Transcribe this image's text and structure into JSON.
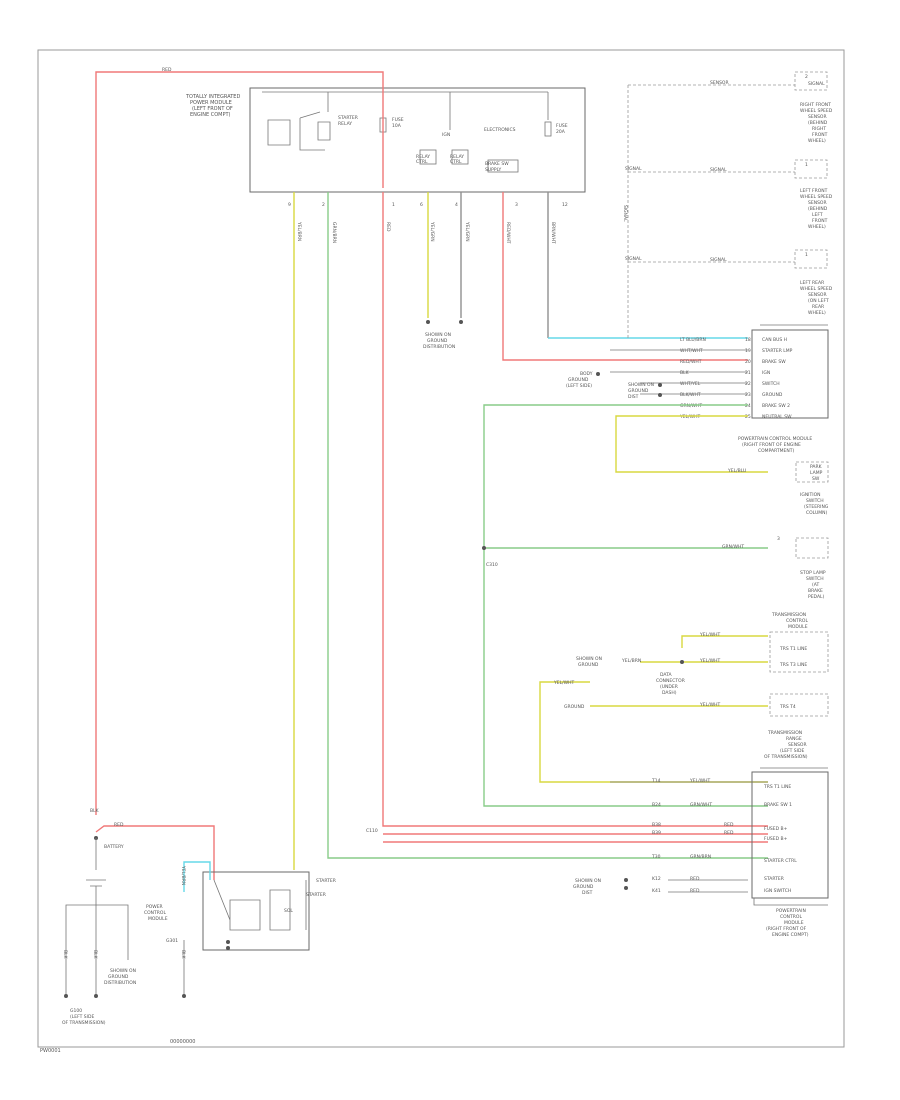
{
  "footer": {
    "code": "PW0001",
    "ref": "00000000"
  },
  "colors": {
    "red_wire": "#f07878",
    "yellow_wire": "#d8d840",
    "green_wire": "#88cc88",
    "cyan_wire": "#66d8e8",
    "gray_wire": "#909090"
  },
  "top_left": {
    "red_wire_label": "RED"
  },
  "tipm": {
    "lines": [
      "TOTALLY INTEGRATED",
      "POWER MODULE",
      "(LEFT FRONT OF",
      "ENGINE COMPT)"
    ],
    "starter_relay": [
      "STARTER",
      "RELAY"
    ],
    "fuse_left": [
      "FUSE",
      "10A"
    ],
    "elec_inputs": "ELECTRONICS",
    "fuse_right": [
      "FUSE",
      "20A"
    ],
    "relay_a": [
      "RELAY",
      "CTRL"
    ],
    "relay_b": [
      "RELAY",
      "CTRL"
    ],
    "ign": "IGN",
    "sw": [
      "BRAKE SW",
      "SUPPLY"
    ],
    "pins": [
      "9",
      "2",
      "1",
      "6",
      "4",
      "3",
      "12"
    ],
    "wire_labels": [
      "YEL/BRN",
      "GRN/BRN",
      "RED",
      "YEL/GRN",
      "YEL/GRN",
      "RED/WHT",
      "BRN/WHT"
    ]
  },
  "ground_center": [
    "SHOWN ON",
    "GROUND",
    "DISTRIBUTION"
  ],
  "right_components": {
    "c1_name": [
      "RIGHT FRONT",
      "WHEEL SPEED",
      "SENSOR",
      "(BEHIND",
      "RIGHT",
      "FRONT",
      "WHEEL)"
    ],
    "c1_left": "SENSOR",
    "c1_mid": "SIGNAL",
    "c1_pin": "2",
    "c2_name": [
      "LEFT FRONT",
      "WHEEL SPEED",
      "SENSOR",
      "(BEHIND",
      "LEFT",
      "FRONT",
      "WHEEL)"
    ],
    "c2_left": "SIGNAL",
    "c2_mid": "SIGNAL",
    "c2_pin": "1",
    "c3_name": [
      "LEFT REAR",
      "WHEEL SPEED",
      "SENSOR",
      "(ON LEFT",
      "REAR",
      "WHEEL)"
    ],
    "c3_left": "SIGNAL",
    "c3_mid": "SIGNAL",
    "c3_pin": "1",
    "vert_label": "SIGNAL"
  },
  "ecm_connector": {
    "labels": [
      "CAN BUS H",
      "STARTER LMP",
      "BRAKE SW",
      "IGN",
      "SWITCH",
      "GROUND",
      "BRAKE SW 2",
      "NEUTRAL SW"
    ],
    "wire_labels": [
      "LT BLU/BRN",
      "WHT/WHT",
      "RED/WHT",
      "BLK",
      "WHT/YEL",
      "BLK/WHT",
      "GRN/WHT",
      "YEL/WHT"
    ],
    "pins": [
      "18",
      "19",
      "20",
      "21",
      "22",
      "23",
      "24",
      "25"
    ],
    "left_labels": [
      "BODY",
      "GROUND",
      "(LEFT SIDE)"
    ],
    "left_labels2": [
      "SHOWN ON",
      "GROUND",
      "DIST"
    ],
    "name": [
      "POWERTRAIN CONTROL MODULE",
      "(RIGHT FRONT OF ENGINE",
      "COMPARTMENT)"
    ]
  },
  "middle": {
    "yel_label": "YEL/BLU",
    "park_lamp": [
      "PARK",
      "LAMP",
      "SW"
    ],
    "park_name": [
      "IGNITION",
      "SWITCH",
      "(STEERING",
      "COLUMN)"
    ],
    "grn_label": "GRN/WHT",
    "grn_pin": "3",
    "stop_name": [
      "STOP LAMP",
      "SWITCH",
      "(AT",
      "BRAKE",
      "PEDAL)"
    ],
    "conn_label": "C310"
  },
  "tcm": {
    "group_name": [
      "TRANSMISSION",
      "CONTROL",
      "MODULE"
    ],
    "brn": "YEL/WHT",
    "brn2": "YEL/WHT",
    "brn3": "YEL/BRN",
    "tr_sw_a": "TRS T1 LINE",
    "tr_sw_b": "TRS T3 LINE",
    "mid_a": [
      "SHOWN ON",
      "GROUND"
    ],
    "mid_b": [
      "DATA",
      "CONNECTOR",
      "(UNDER",
      "DASH)"
    ],
    "trs_c": "TRS T4",
    "left_yel": "YEL/WHT",
    "left_yel2": "YEL/WHT",
    "ground_lbl": "GROUND",
    "r5_name": [
      "TRANSMISSION",
      "RANGE",
      "SENSOR",
      "(LEFT SIDE",
      "OF TRANSMISSION)"
    ]
  },
  "pcm_bottom": {
    "rows": [
      {
        "pin": "T14",
        "wire": "YEL/WHT",
        "label": "TRS T1 LINE"
      },
      {
        "pin": "B24",
        "wire": "GRN/WHT",
        "label": "BRAKE SW 1"
      },
      {
        "pin": "B38",
        "wire": "RED",
        "label": "FUSED B+"
      },
      {
        "pin": "B39",
        "wire": "RED",
        "label": "FUSED B+"
      },
      {
        "pin": "T30",
        "wire": "GRN/BRN",
        "label": "STARTER CTRL"
      },
      {
        "pin": "K12",
        "wire": "RED",
        "label": "STARTER"
      },
      {
        "pin": "K41",
        "wire": "RED",
        "label": "IGN SWITCH"
      }
    ],
    "c_label": "C110",
    "left_a": [
      "SHOWN ON",
      "GROUND",
      "DIST"
    ],
    "name": [
      "POWERTRAIN",
      "CONTROL",
      "MODULE",
      "(RIGHT FRONT OF",
      "ENGINE COMPT)"
    ]
  },
  "battery": {
    "red_label": "RED",
    "label": "BATTERY",
    "lbl2": "BLK",
    "ground_a": "BLK",
    "ground_b": "BLK",
    "name_a": [
      "G100",
      "(LEFT SIDE",
      "OF TRANSMISSION)"
    ],
    "name_b": [
      "SHOWN ON",
      "GROUND",
      "DISTRIBUTION"
    ]
  },
  "starter": {
    "label": "STARTER",
    "name": [
      "POWER",
      "CONTROL",
      "MODULE"
    ],
    "sol": "SOL",
    "vert": [
      "YEL/BRN",
      "BLK"
    ],
    "ground": "G301",
    "bottom": "STARTER"
  }
}
